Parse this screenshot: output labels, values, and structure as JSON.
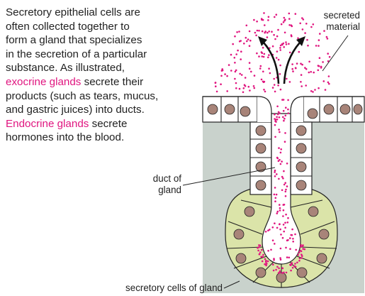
{
  "description": {
    "line1": "Secretory epithelial cells are",
    "line2": "often collected together to",
    "line3": "form a gland that specializes",
    "line4": "in the secretion of a particular",
    "line5": "substance. As illustrated,",
    "line6_term": "exocrine glands",
    "line6_rest": " secrete their",
    "line7": "products (such as tears, mucus,",
    "line8": "and gastric juices) into ducts.",
    "line9_term": "Endocrine glands",
    "line9_rest": " secrete",
    "line10": "hormones into the blood."
  },
  "labels": {
    "secreted_line1": "secreted",
    "secreted_line2": "material",
    "duct_line1": "duct of",
    "duct_line2": "gland",
    "secretory_cells": "secretory cells of gland"
  },
  "colors": {
    "highlight": "#e0157f",
    "tissue": "#c9d2cc",
    "duct_cells": "#ffffff",
    "gland_cells": "#dbe4a9",
    "nucleus": "#a88479",
    "secretion": "#e0157f",
    "outline": "#222222"
  }
}
